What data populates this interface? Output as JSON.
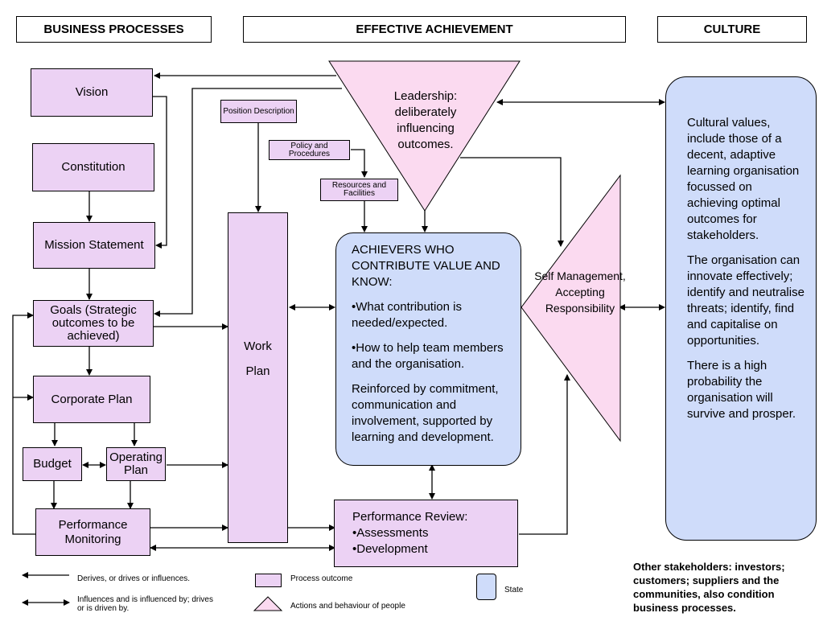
{
  "headers": {
    "business": "BUSINESS PROCESSES",
    "effective": "EFFECTIVE  ACHIEVEMENT",
    "culture": "CULTURE"
  },
  "boxes": {
    "vision": "Vision",
    "constitution": "Constitution",
    "mission": "Mission Statement",
    "goals": "Goals (Strategic outcomes to be achieved)",
    "corporate": "Corporate Plan",
    "budget": "Budget",
    "operating": "Operating Plan",
    "performance_monitoring": "Performance Monitoring",
    "position": "Position Description",
    "policy": "Policy and Procedures",
    "resources": "Resources and Facilities",
    "work_plan_1": "Work",
    "work_plan_2": "Plan"
  },
  "leadership": "Leadership: deliberately influencing outcomes.",
  "self_management": "Self Management, Accepting Responsibility",
  "achievers": {
    "title": "ACHIEVERS WHO CONTRIBUTE VALUE AND KNOW:",
    "bullet1": "•What contribution is needed/expected.",
    "bullet2": "•How to help team members and the organisation.",
    "para": "Reinforced by commitment, communication and involvement, supported by learning and development."
  },
  "review": {
    "title": "Performance Review:",
    "item1": "•Assessments",
    "item2": "•Development"
  },
  "culture": {
    "p1": "Cultural values, include those of a decent, adaptive learning organisation focussed on achieving optimal outcomes for stakeholders.",
    "p2": "The organisation can innovate effectively; identify and neutralise threats; identify, find and capitalise on opportunities.",
    "p3": "There is a high probability the organisation will survive and prosper."
  },
  "note": "Other stakeholders: investors; customers; suppliers and the communities, also condition business processes.",
  "legend": {
    "derives": "Derives, or drives or influences.",
    "influences": "Influences and is influenced by; drives or is driven by.",
    "process": "Process outcome",
    "actions": "Actions and behaviour of people",
    "state": "State"
  },
  "colors": {
    "process_fill": "#ecd2f4",
    "people_fill": "#fbdaf0",
    "state_fill": "#cfdcfa"
  }
}
